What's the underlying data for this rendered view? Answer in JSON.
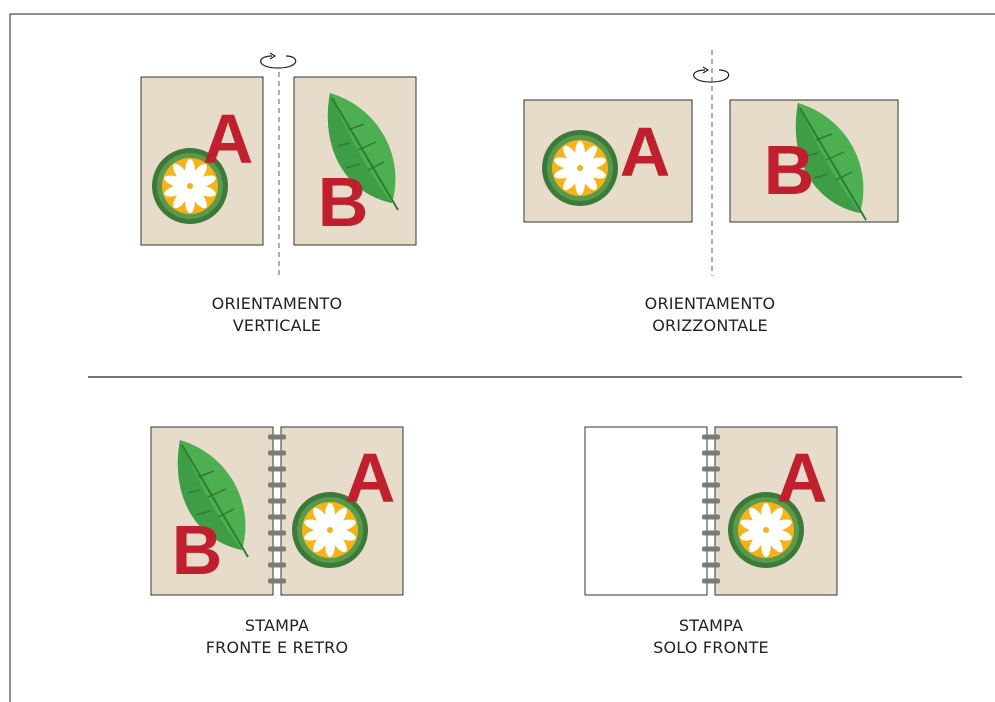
{
  "panels": {
    "portrait": {
      "line1": "ORIENTAMENTO",
      "line2": "VERTICALE",
      "page_a": "A",
      "page_b": "B"
    },
    "landscape": {
      "line1": "ORIENTAMENTO",
      "line2": "ORIZZONTALE",
      "page_a": "A",
      "page_b": "B"
    },
    "duplex": {
      "line1": "STAMPA",
      "line2": "FRONTE E RETRO",
      "page_a": "A",
      "page_b": "B"
    },
    "simplex": {
      "line1": "STAMPA",
      "line2": "SOLO FRONTE",
      "page_a": "A"
    }
  },
  "colors": {
    "paper": "#e6dcc9",
    "letter": "#c0202e",
    "leaf_light": "#4caf50",
    "leaf_dark": "#2f8a3c",
    "ring": "#3d7a3a",
    "fruit": "#f6b21a",
    "spiral": "#7a7a7a"
  }
}
